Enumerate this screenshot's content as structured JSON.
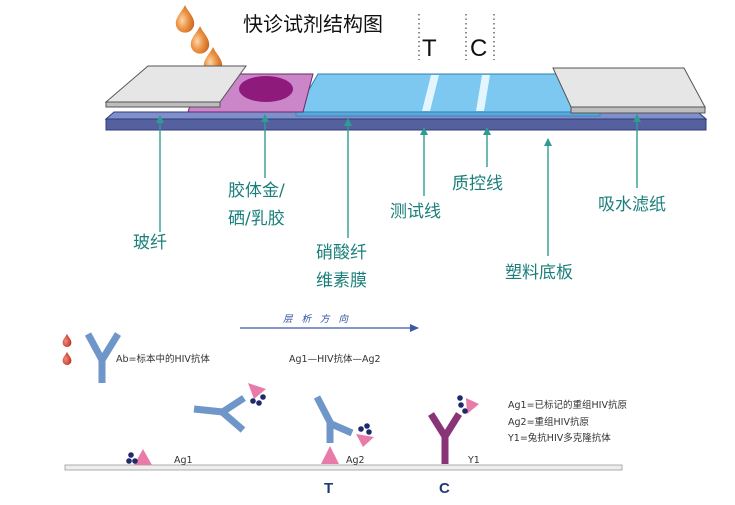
{
  "title": "快诊试剂结构图",
  "strip": {
    "t_label": "T",
    "c_label": "C"
  },
  "labels": {
    "glass_fiber": "玻纤",
    "conjugate_line1": "胶体金/",
    "conjugate_line2": "硒/乳胶",
    "membrane_line1": "硝酸纤",
    "membrane_line2": "维素膜",
    "test_line": "测试线",
    "control_line": "质控线",
    "backing": "塑料底板",
    "absorbent": "吸水滤纸"
  },
  "flow": {
    "direction_label": "层 析 方 向"
  },
  "legend": {
    "ab": "Ab=标本中的HIV抗体",
    "complex": "Ag1—HIV抗体—Ag2",
    "ag1_def": "Ag1=已标记的重组HIV抗原",
    "ag2_def": "Ag2=重组HIV抗原",
    "y1_def": "Y1=兔抗HIV多克隆抗体"
  },
  "bottom_labels": {
    "ag1": "Ag1",
    "ag2": "Ag2",
    "y1": "Y1",
    "t": "T",
    "c": "C"
  },
  "colors": {
    "label_teal": "#1a7f7a",
    "pointer_teal": "#2f9c93",
    "membrane": "#7dc8f0",
    "conjugate_pad": "#cb85c9",
    "gold_spot": "#8e1b7b",
    "backing_front": "#55609f",
    "backing_top": "#7f8fcc",
    "pad_white": "#e6e6e6",
    "antigen_pink": "#e97ba8",
    "antibody_blue": "#6e96c8",
    "antibody_purple": "#8a3478",
    "marker_navy": "#1e2a6b"
  }
}
